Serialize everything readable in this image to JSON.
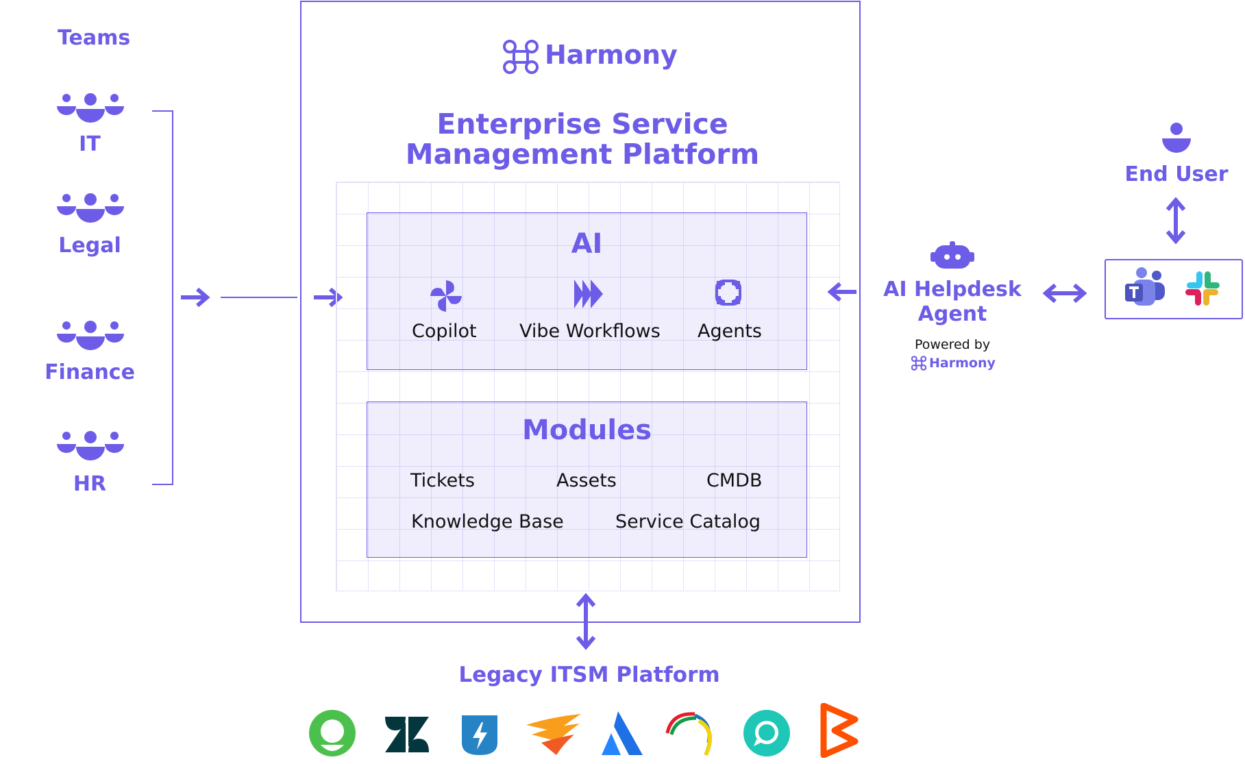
{
  "teams": {
    "title": "Teams",
    "items": [
      {
        "label": "IT"
      },
      {
        "label": "Legal"
      },
      {
        "label": "Finance"
      },
      {
        "label": "HR"
      }
    ]
  },
  "platform": {
    "brand": "Harmony",
    "title_line1": "Enterprise Service",
    "title_line2": "Management Platform",
    "ai": {
      "title": "AI",
      "items": [
        {
          "label": "Copilot",
          "icon": "pinwheel-icon"
        },
        {
          "label": "Vibe Workflows",
          "icon": "fast-forward-icon"
        },
        {
          "label": "Agents",
          "icon": "agents-icon"
        }
      ]
    },
    "modules": {
      "title": "Modules",
      "items": [
        "Tickets",
        "Assets",
        "CMDB",
        "Knowledge Base",
        "Service Catalog"
      ]
    }
  },
  "legacy": {
    "title": "Legacy ITSM Platform",
    "logos": [
      "freshdesk-logo",
      "zendesk-logo",
      "jira-service-logo",
      "solarwinds-logo",
      "atlassian-logo",
      "manageengine-logo",
      "freshchat-logo",
      "bmc-logo"
    ]
  },
  "helpdesk": {
    "title_line1": "AI Helpdesk",
    "title_line2": "Agent",
    "powered_by": "Powered by",
    "brand": "Harmony"
  },
  "end_user": {
    "label": "End User"
  },
  "chat_apps": [
    "microsoft-teams-logo",
    "slack-logo"
  ],
  "colors": {
    "accent": "#6C5CE7",
    "box_fill": "#EEECFC",
    "grid": "#E3E1F7"
  }
}
